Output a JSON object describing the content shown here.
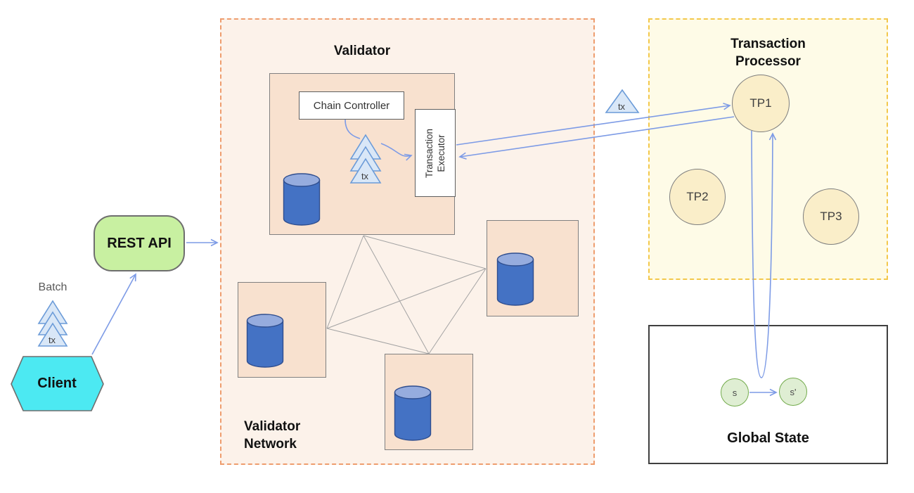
{
  "diagram": {
    "client": {
      "label": "Client"
    },
    "rest_api": {
      "label": "REST API"
    },
    "batch": {
      "label": "Batch",
      "tx": "tx"
    },
    "validator_network": {
      "title_line1": "Validator",
      "title_line2": "Network"
    },
    "validator": {
      "title": "Validator",
      "chain_controller": {
        "label": "Chain Controller"
      },
      "executor": {
        "line1": "Transaction",
        "line2": "Executor"
      },
      "tx": "tx"
    },
    "tx_in_flight": {
      "label": "tx"
    },
    "transaction_processor": {
      "title_line1": "Transaction",
      "title_line2": "Processor",
      "processors": [
        {
          "label": "TP1"
        },
        {
          "label": "TP2"
        },
        {
          "label": "TP3"
        }
      ]
    },
    "global_state": {
      "title": "Global State",
      "state_before": "s",
      "state_after": "s'"
    }
  },
  "colors": {
    "arrow_blue": "#7d9be6",
    "mesh_gray": "#a3a3a3",
    "client_fill": "#4ce9f2",
    "rest_api_fill": "#c8f0a1",
    "validator_network_fill": "#fcf2ea",
    "validator_network_border": "#ee9d6e",
    "validator_box_fill": "#f8e1cf",
    "box_border_gray": "#808080",
    "tp_region_fill": "#fefbe7",
    "tp_region_border": "#f3c84b",
    "tp_circle_fill": "#faeec9",
    "state_circle_fill": "#dfeed3",
    "state_circle_border": "#73ab4c",
    "cylinder_body": "#4472c4",
    "cylinder_top": "#96acde",
    "tx_triangle_fill": "#d9e7f7",
    "tx_triangle_border": "#6b9bd8"
  }
}
